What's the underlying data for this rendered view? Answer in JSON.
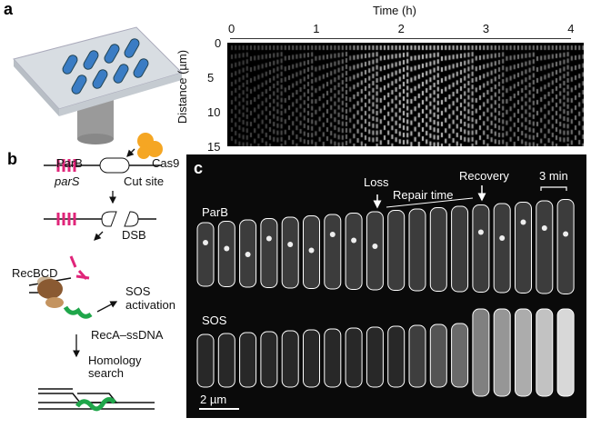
{
  "panels": {
    "a": "a",
    "b": "b",
    "c": "c"
  },
  "kymograph": {
    "xlabel": "Time (h)",
    "ylabel": "Distance (µm)",
    "xticks": [
      "0",
      "1",
      "2",
      "3",
      "4"
    ],
    "yticks": [
      "0",
      "5",
      "10",
      "15"
    ],
    "xlim": [
      0,
      4.1
    ],
    "ylim": [
      0,
      15
    ]
  },
  "schematic": {
    "parb": "ParB",
    "pars": "parS",
    "cas9": "Cas9",
    "cut_site": "Cut site",
    "dsb": "DSB",
    "recbcd": "RecBCD",
    "sos": "SOS",
    "activation": "activation",
    "reca": "RecA–ssDNA",
    "homology": "Homology",
    "search": "search"
  },
  "microscopy": {
    "parb_label": "ParB",
    "sos_label": "SOS",
    "loss": "Loss",
    "repair_time": "Repair time",
    "recovery": "Recovery",
    "interval": "3 min",
    "scale": "2 µm",
    "cell_count": 18
  },
  "colors": {
    "magenta": "#e0257a",
    "orange": "#f5a623",
    "green": "#1fa64a",
    "brown": "#8a5a32"
  }
}
